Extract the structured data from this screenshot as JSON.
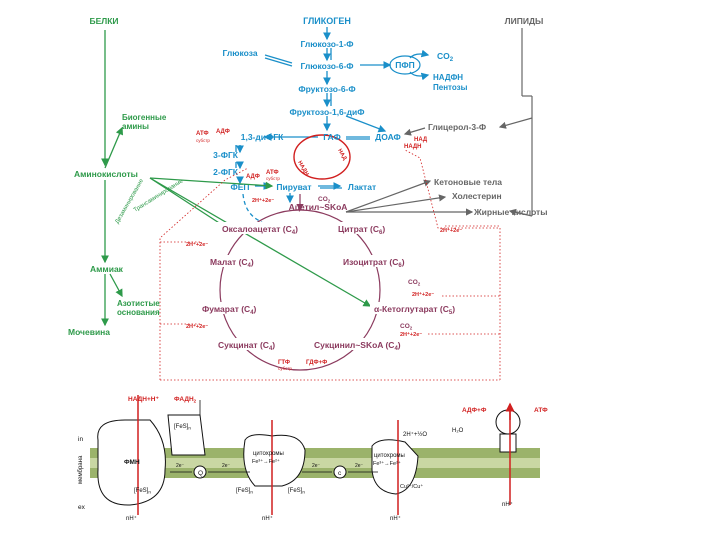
{
  "colors": {
    "blue": "#1a8fc9",
    "green": "#2e9a4a",
    "gray": "#666666",
    "purple": "#8b3a5e",
    "red": "#d11f1f",
    "membrane": "#7a9a3a"
  },
  "glycolysis": {
    "glycogen": "ГЛИКОГЕН",
    "g1p": "Глюкозо-1-Ф",
    "glucose": "Глюкоза",
    "g6p": "Глюкозо-6-Ф",
    "f6p": "Фруктозо-6-Ф",
    "f16p": "Фруктозо-1,6-диФ",
    "bpg": "1,3-диФГК",
    "gap": "ГАФ",
    "dhap": "ДОАФ",
    "pg3": "3-ФГК",
    "pg2": "2-ФГК",
    "pep": "ФЕП",
    "pyruvate": "Пируват",
    "lactate": "Лактат",
    "atp_adp_sub1": "АТФ",
    "adp1": "АДФ",
    "sub1": "субстр",
    "adp2": "АДФ",
    "atp2": "АТФ",
    "sub2": "субстр",
    "nadh_loop": "НАДН",
    "nad_loop": "НАД"
  },
  "ppp": {
    "label": "ПФП",
    "co2": "CO",
    "co2_sub": "2",
    "nadph": "НАДФН",
    "pentoses": "Пентозы"
  },
  "lipids": {
    "title": "ЛИПИДЫ",
    "g3p": "Глицерол-3-Ф",
    "nad": "НАД",
    "nadh": "НАДН",
    "ketones": "Кетоновые тела",
    "cholesterol": "Холестерин",
    "fatty_acids": "Жирные кислоты"
  },
  "proteins": {
    "title": "БЕЛКИ",
    "amines": "Биогенные",
    "amines2": "амины",
    "aminoacids": "Аминокислоты",
    "transamination": "Трансаминирование",
    "deamination": "Дезаминирование",
    "ammonia": "Аммиак",
    "nitrogen_bases": "Азотистые",
    "nitrogen_bases2": "основания",
    "urea": "Мочевина"
  },
  "tca": {
    "acetyl": "Ацетил~SKoA",
    "co2_a": "CO",
    "h_a": "2H⁺+2e⁻",
    "oxaloacetate": "Оксалоацетат (C",
    "citrate": "Цитрат (C",
    "malate": "Малат (C",
    "isocitrate": "Изоцитрат (C",
    "fumarate": "Фумарат (C",
    "akg": "α-Кетоглутарат (C",
    "succinate": "Сукцинат (C",
    "succinyl": "Сукцинил~SKoA (C",
    "s4": "4",
    "s5": "5",
    "s6": "6",
    "co2": "CO",
    "two": "2",
    "h2e": "2H⁺+2e⁻",
    "gtp": "ГТФ",
    "gdp": "ГДФ+Ф",
    "sub": "субстр"
  },
  "etc": {
    "nadh": "НАДН+Н⁺",
    "fadh": "ФАДН",
    "fadh_sub": "2",
    "fmn": "ФМН",
    "fes_n": "[FeS]",
    "n": "n",
    "q": "Q",
    "c": "c",
    "e2": "2e⁻",
    "cyto": "цитохромы",
    "fe": "Fe³⁺→Fe²⁺",
    "cu": "Cu²⁺/Cu⁺",
    "water": "2H⁺+½O",
    "h2o": "H₂O",
    "adp": "АДФ+Ф",
    "atp": "АТФ",
    "in": "in",
    "ex": "ex",
    "membrane": "мембрана",
    "nh": "nH⁺"
  }
}
